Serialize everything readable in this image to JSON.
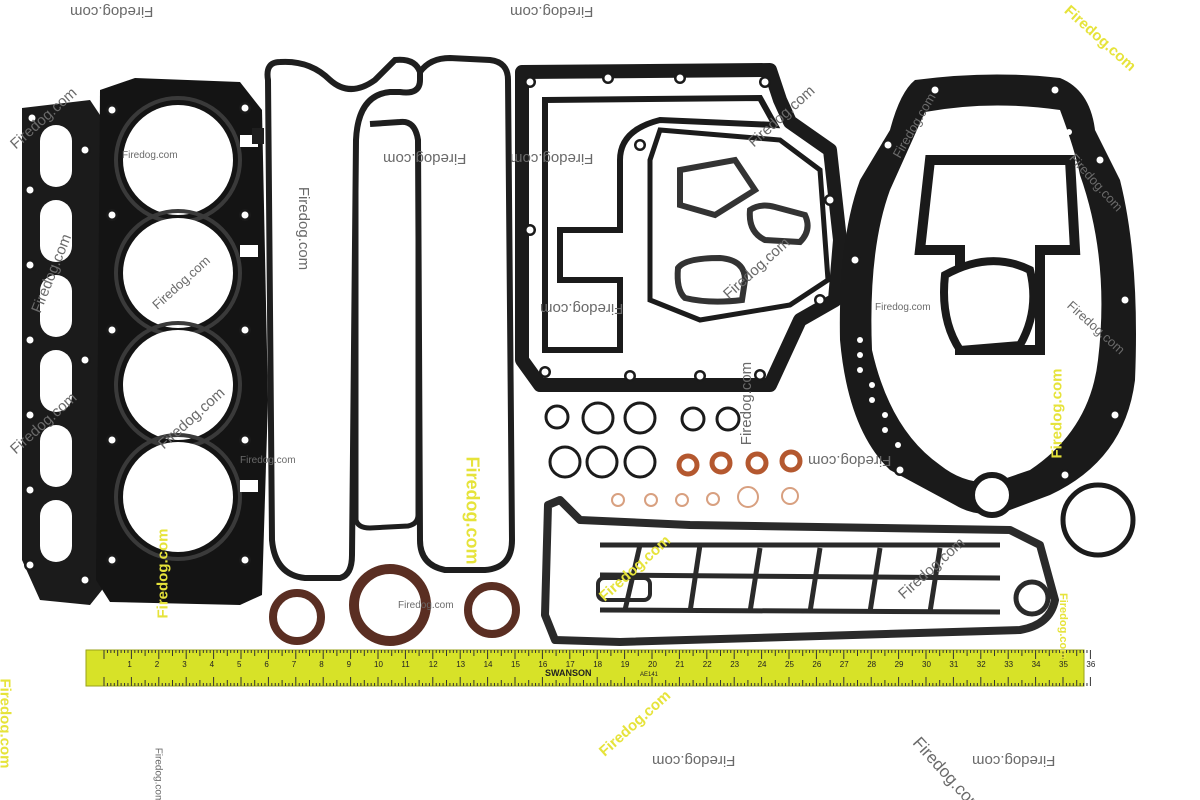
{
  "image": {
    "subject": "outboard-engine-gasket-kit",
    "background": "#ffffff"
  },
  "ruler": {
    "brand": "SWANSON",
    "model": "AE141",
    "numbers": [
      "1",
      "2",
      "3",
      "4",
      "5",
      "6",
      "7",
      "8",
      "9",
      "10",
      "11",
      "12",
      "13",
      "14",
      "15",
      "16",
      "17",
      "18",
      "19",
      "20",
      "21",
      "22",
      "23",
      "24",
      "25",
      "26",
      "27",
      "28",
      "29",
      "30",
      "31",
      "32",
      "33",
      "34",
      "35",
      "36"
    ]
  },
  "watermark": {
    "text": "Firedog.com",
    "colors": {
      "gray": "#6a6a6a",
      "yellow": "#e6e33a"
    }
  }
}
